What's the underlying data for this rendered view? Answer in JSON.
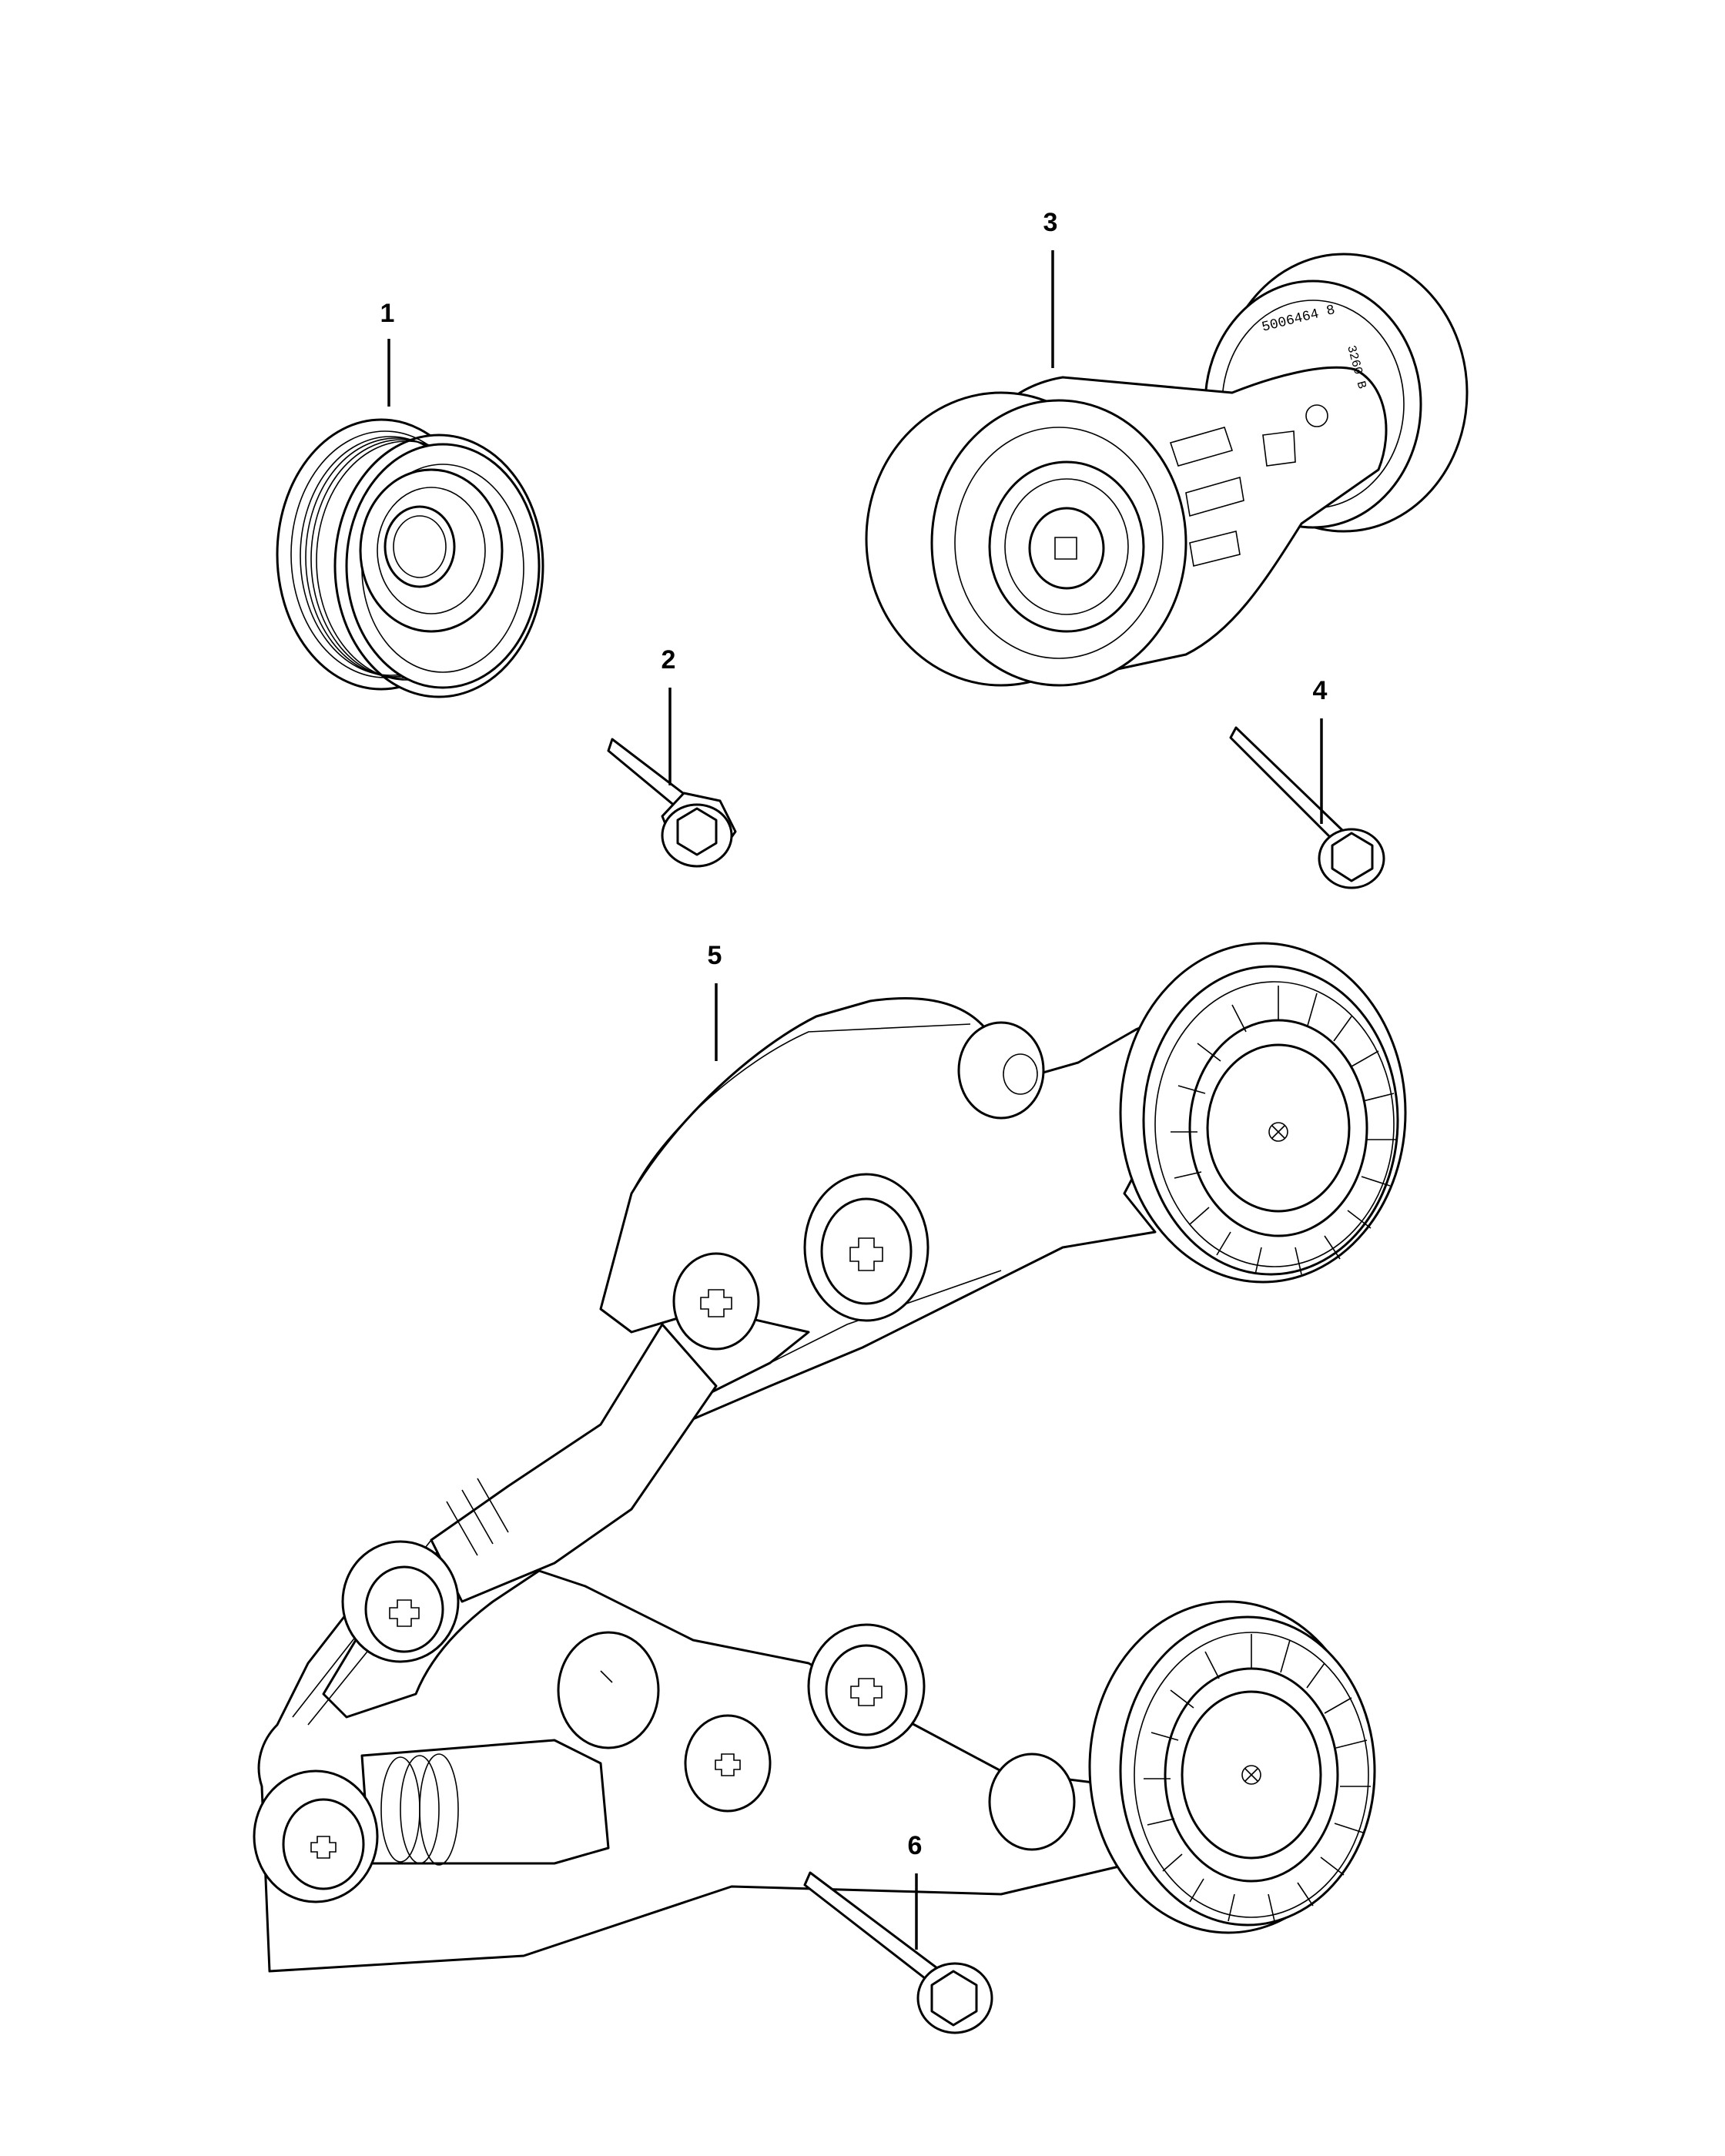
{
  "callouts": [
    {
      "id": "1",
      "label": "1"
    },
    {
      "id": "2",
      "label": "2"
    },
    {
      "id": "3",
      "label": "3"
    },
    {
      "id": "4",
      "label": "4"
    },
    {
      "id": "5",
      "label": "5"
    },
    {
      "id": "6",
      "label": "6"
    }
  ],
  "tensioner_markings": {
    "part_number": "5006464 8",
    "code": "3260 B"
  }
}
